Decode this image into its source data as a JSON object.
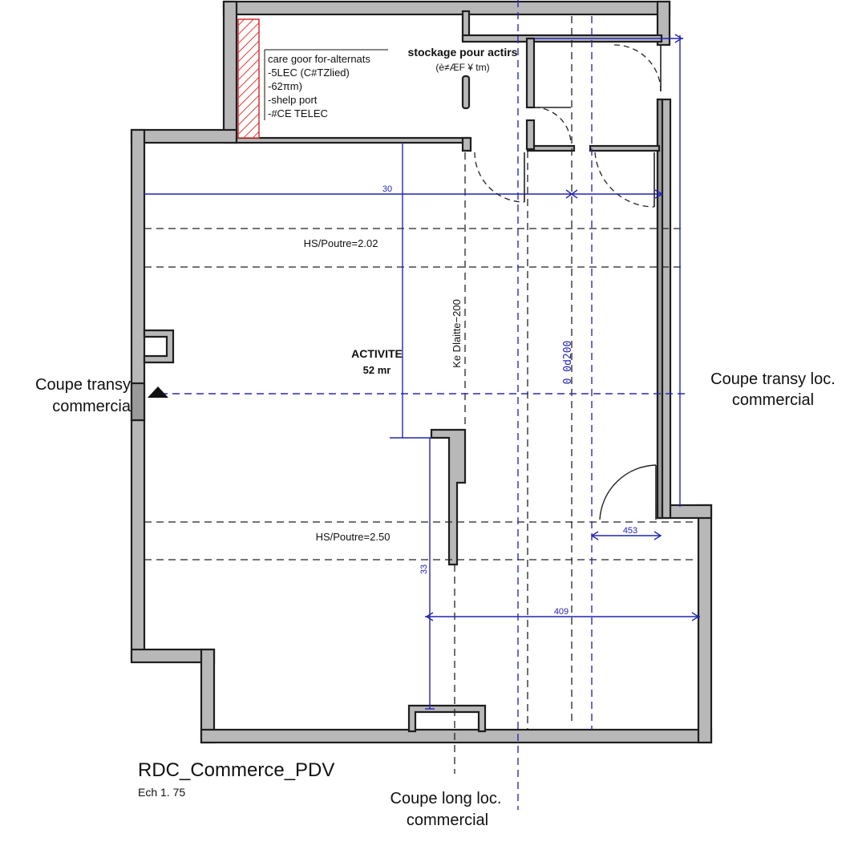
{
  "plan": {
    "title": "RDC_Commerce_PDV",
    "scale": "Ech 1. 75"
  },
  "storage_room": {
    "title": "stockage pour actirs",
    "subtitle": "(è≠ÆF ¥ tm)",
    "notes": [
      "care goor for-alternats",
      "-5LEC (C#TZlied)",
      "-62πm)",
      "-shelp port",
      "-#CE TELEC"
    ]
  },
  "main_room": {
    "name": "ACTIVITE",
    "area": "52 mr"
  },
  "beam_heights": {
    "upper": "HS/Poutre=2.02",
    "lower": "HS/Poutre=2.50"
  },
  "dimensions": {
    "top_width": "30",
    "right_gap": "453",
    "bottom_width": "409",
    "vertical_left": "33"
  },
  "vertical_labels": {
    "center": "Ke Dlaitte−200",
    "right": "0 0d200"
  },
  "sections": {
    "left": [
      "Coupe transy",
      "commercia"
    ],
    "right": [
      "Coupe transy loc.",
      "commercial"
    ],
    "bottom": [
      "Coupe long loc.",
      "commercial"
    ]
  }
}
